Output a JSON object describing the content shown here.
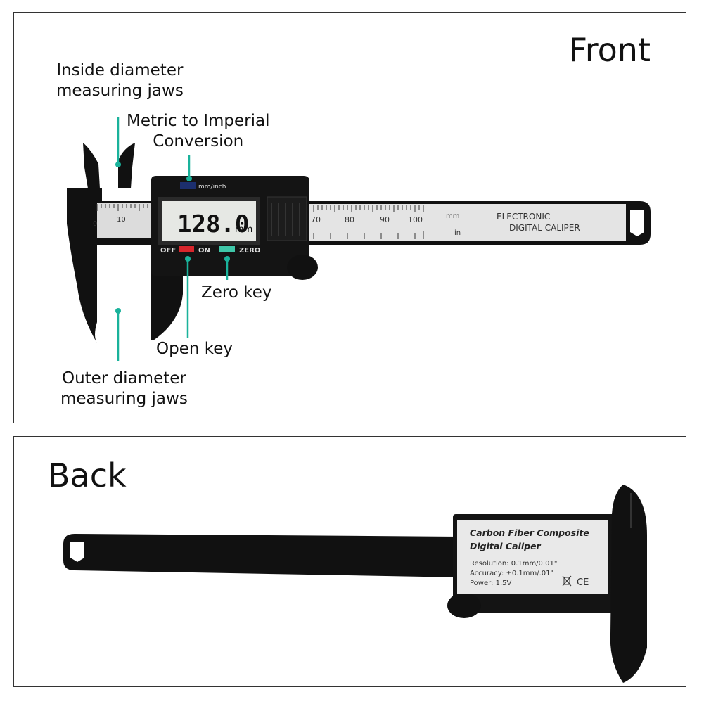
{
  "front": {
    "title": "Front",
    "labels": {
      "inside_jaws": [
        "Inside diameter",
        "measuring jaws"
      ],
      "metric_imperial": [
        "Metric to Imperial",
        "Conversion"
      ],
      "zero_key": "Zero key",
      "open_key": "Open key",
      "outer_jaws": [
        "Outer diameter",
        "measuring jaws"
      ]
    },
    "device": {
      "mode_button_label": "mm/inch",
      "display_value": "128.0",
      "display_unit": "mm",
      "off_label": "OFF",
      "on_label": "ON",
      "zero_label": "ZERO",
      "scale_mm_labels_left": [
        "0",
        "10"
      ],
      "scale_mm_labels_right": [
        "70",
        "80",
        "90",
        "100"
      ],
      "scale_unit_mm": "mm",
      "scale_unit_in": "in",
      "brand_line1": "ELECTRONIC",
      "brand_line2": "DIGITAL CALIPER"
    },
    "colors": {
      "callout": "#1ab29b",
      "off_button": "#d8262c",
      "zero_button": "#3fc6a8"
    }
  },
  "back": {
    "title": "Back",
    "sticker": {
      "line1": "Carbon Fiber Composite",
      "line2": "Digital Caliper",
      "resolution": "Resolution: 0.1mm/0.01\"",
      "accuracy": "Accuracy: ±0.1mm/.01\"",
      "power": "Power: 1.5V",
      "ce_mark": "CE"
    }
  }
}
